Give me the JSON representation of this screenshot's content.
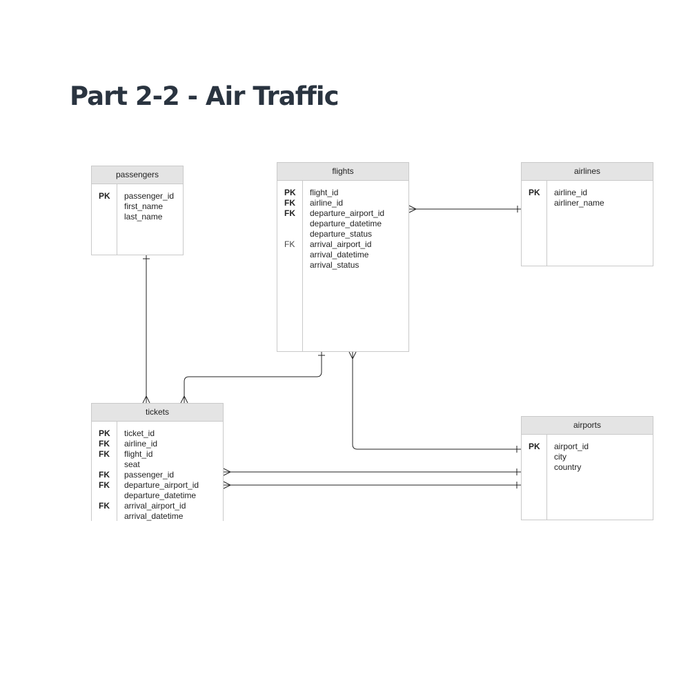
{
  "title": "Part 2-2 - Air Traffic",
  "entities": {
    "passengers": {
      "name": "passengers",
      "rows": [
        {
          "key": "PK",
          "name": "passenger_id"
        },
        {
          "key": "",
          "name": "first_name"
        },
        {
          "key": "",
          "name": "last_name"
        }
      ]
    },
    "flights": {
      "name": "flights",
      "rows": [
        {
          "key": "PK",
          "name": "flight_id"
        },
        {
          "key": "FK",
          "name": "airline_id"
        },
        {
          "key": "FK",
          "name": "departure_airport_id"
        },
        {
          "key": "",
          "name": "departure_datetime"
        },
        {
          "key": "",
          "name": "departure_status"
        },
        {
          "key": "FK",
          "name": "arrival_airport_id",
          "key_style": "plain"
        },
        {
          "key": "",
          "name": "arrival_datetime"
        },
        {
          "key": "",
          "name": "arrival_status"
        }
      ]
    },
    "airlines": {
      "name": "airlines",
      "rows": [
        {
          "key": "PK",
          "name": "airline_id"
        },
        {
          "key": "",
          "name": "airliner_name"
        }
      ]
    },
    "tickets": {
      "name": "tickets",
      "rows": [
        {
          "key": "PK",
          "name": "ticket_id"
        },
        {
          "key": "FK",
          "name": "airline_id"
        },
        {
          "key": "FK",
          "name": "flight_id"
        },
        {
          "key": "",
          "name": "seat"
        },
        {
          "key": "FK",
          "name": "passenger_id"
        },
        {
          "key": "FK",
          "name": "departure_airport_id"
        },
        {
          "key": "",
          "name": "departure_datetime"
        },
        {
          "key": "FK",
          "name": "arrival_airport_id"
        },
        {
          "key": "",
          "name": "arrival_datetime"
        }
      ]
    },
    "airports": {
      "name": "airports",
      "rows": [
        {
          "key": "PK",
          "name": "airport_id"
        },
        {
          "key": "",
          "name": "city"
        },
        {
          "key": "",
          "name": "country"
        }
      ]
    }
  },
  "relationships": [
    {
      "from": "passengers",
      "from_end": "one",
      "to": "tickets",
      "to_end": "many"
    },
    {
      "from": "flights",
      "from_end": "one",
      "to": "tickets",
      "to_end": "many"
    },
    {
      "from": "flights",
      "from_end": "many",
      "to": "airlines",
      "to_end": "one"
    },
    {
      "from": "flights",
      "from_end": "many",
      "to": "airports",
      "to_end": "one"
    },
    {
      "from": "tickets",
      "from_end": "many",
      "to": "airports",
      "to_end": "one"
    },
    {
      "from": "tickets",
      "from_end": "many",
      "to": "airports",
      "to_end": "one"
    }
  ]
}
